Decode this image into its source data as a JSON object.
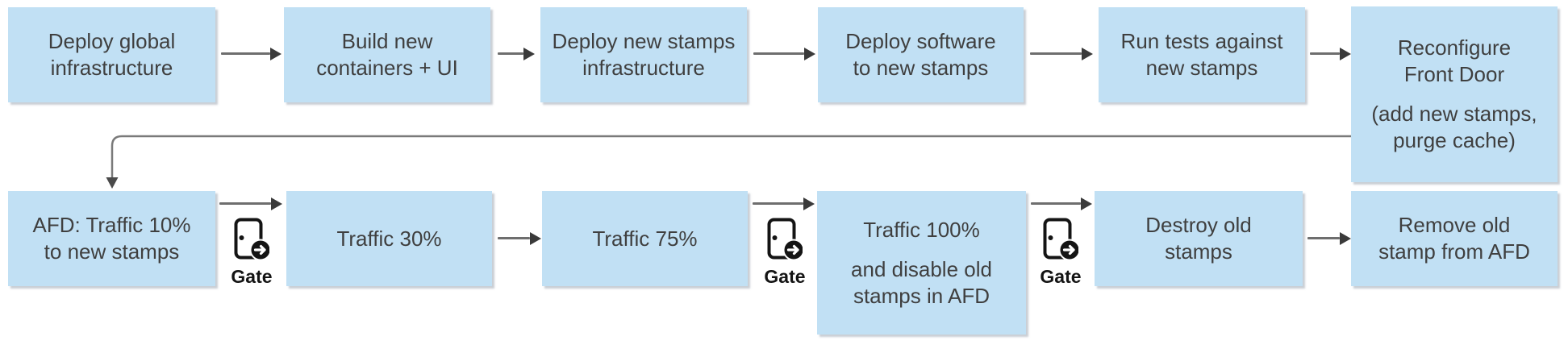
{
  "diagram_title": "",
  "gate_label": "Gate",
  "top_row": [
    {
      "id": "deploy-global-infrastructure",
      "lines": [
        "Deploy global",
        "infrastructure"
      ]
    },
    {
      "id": "build-new-containers-ui",
      "lines": [
        "Build new",
        "containers + UI"
      ]
    },
    {
      "id": "deploy-new-stamps-infrastructure",
      "lines": [
        "Deploy new stamps",
        "infrastructure"
      ]
    },
    {
      "id": "deploy-software-to-new-stamps",
      "lines": [
        "Deploy software",
        "to new stamps"
      ]
    },
    {
      "id": "run-tests-against-new-stamps",
      "lines": [
        "Run tests against",
        "new stamps"
      ]
    },
    {
      "id": "reconfigure-front-door",
      "lines": [
        "Reconfigure",
        "Front Door"
      ],
      "sublines": [
        "(add new stamps,",
        "purge cache)"
      ]
    }
  ],
  "bottom_row": [
    {
      "id": "afd-traffic-10-to-new-stamps",
      "lines": [
        "AFD: Traffic 10%",
        "to new stamps"
      ]
    },
    {
      "id": "traffic-30",
      "lines": [
        "Traffic 30%"
      ]
    },
    {
      "id": "traffic-75",
      "lines": [
        "Traffic 75%"
      ]
    },
    {
      "id": "traffic-100",
      "lines": [
        "Traffic 100%"
      ],
      "sublines": [
        "and disable old",
        "stamps in AFD"
      ]
    },
    {
      "id": "destroy-old-stamps",
      "lines": [
        "Destroy old",
        "stamps"
      ]
    },
    {
      "id": "remove-old-stamp-from-afd",
      "lines": [
        "Remove old",
        "stamp from AFD"
      ]
    }
  ],
  "colors": {
    "box_fill": "#C1E0F4",
    "box_text": "#3F3F3F",
    "arrow_shaft": "#6E6E6E",
    "arrow_head": "#3A3A3A",
    "connector": "#7A7A7A",
    "gate_icon": "#141414"
  }
}
